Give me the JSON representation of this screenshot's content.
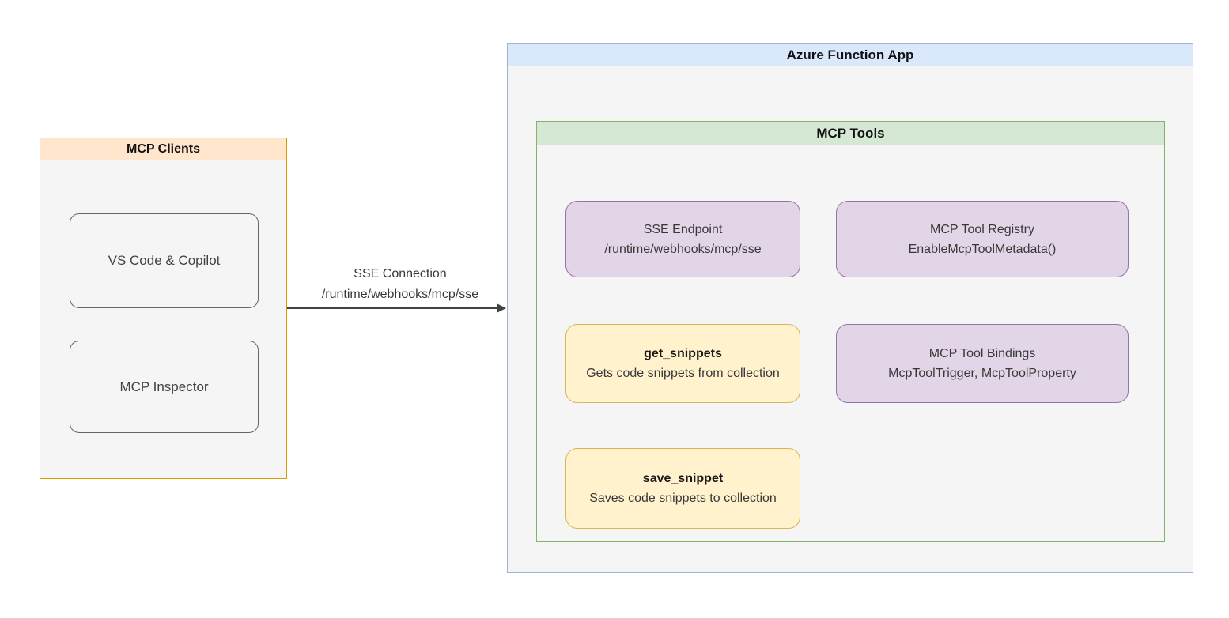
{
  "diagram": {
    "clients_panel": {
      "title": "MCP Clients",
      "items": [
        {
          "label": "VS Code & Copilot"
        },
        {
          "label": "MCP Inspector"
        }
      ]
    },
    "connection": {
      "line1": "SSE Connection",
      "line2": "/runtime/webhooks/mcp/sse"
    },
    "function_app": {
      "title": "Azure Function App",
      "tools_panel": {
        "title": "MCP Tools",
        "boxes": [
          {
            "title": "SSE Endpoint",
            "subtitle": "/runtime/webhooks/mcp/sse",
            "style": "purple"
          },
          {
            "title": "MCP Tool Registry",
            "subtitle": "EnableMcpToolMetadata()",
            "style": "purple"
          },
          {
            "title": "get_snippets",
            "subtitle": "Gets code snippets from collection",
            "style": "yellow"
          },
          {
            "title": "MCP Tool Bindings",
            "subtitle": "McpToolTrigger, McpToolProperty",
            "style": "purple"
          },
          {
            "title": "save_snippet",
            "subtitle": "Saves code snippets to collection",
            "style": "yellow"
          }
        ]
      }
    },
    "colors": {
      "orange_fill": "#ffe6cc",
      "orange_stroke": "#d79b00",
      "blue_fill": "#dae8fc",
      "blue_stroke": "#a0b2d4",
      "green_fill": "#d5e8d4",
      "green_stroke": "#82b366",
      "purple_fill": "#e1d5e7",
      "purple_stroke": "#9673a6",
      "yellow_fill": "#fff2cc",
      "yellow_stroke": "#d6b656",
      "panel_body_fill": "#f5f5f5",
      "inner_box_stroke": "#666666",
      "arrow": "#424242"
    }
  }
}
